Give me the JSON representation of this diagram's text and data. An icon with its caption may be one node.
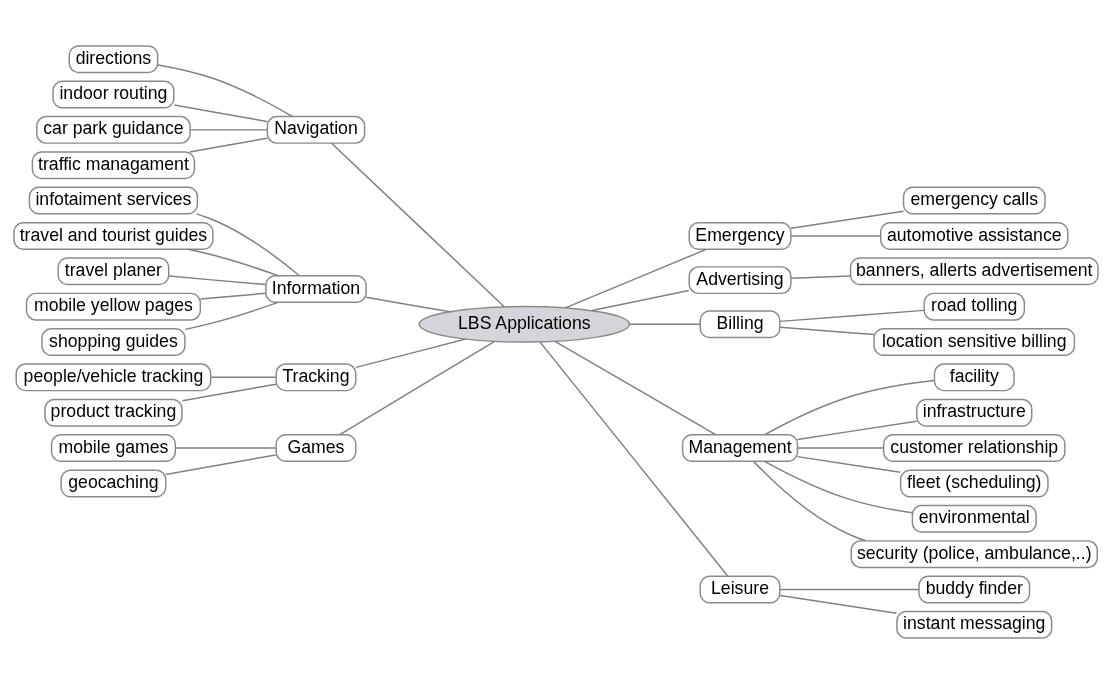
{
  "diagram": {
    "nodes": [
      {
        "text": [
          "LBS Applications"
        ]
      },
      {
        "text": [
          "Navigation"
        ]
      },
      {
        "text": [
          "directions"
        ]
      },
      {
        "text": [
          "indoor routing"
        ]
      },
      {
        "text": [
          "car park guidance"
        ]
      },
      {
        "text": [
          "traffic managament"
        ]
      },
      {
        "text": [
          "Information"
        ]
      },
      {
        "text": [
          "infotaiment services"
        ]
      },
      {
        "text": [
          "travel and tourist guides"
        ]
      },
      {
        "text": [
          "travel planer"
        ]
      },
      {
        "text": [
          "mobile yellow pages"
        ]
      },
      {
        "text": [
          "shopping guides"
        ]
      },
      {
        "text": [
          "Tracking"
        ]
      },
      {
        "text": [
          "people/vehicle tracking"
        ]
      },
      {
        "text": [
          "product tracking"
        ]
      },
      {
        "text": [
          "Games"
        ]
      },
      {
        "text": [
          "mobile games"
        ]
      },
      {
        "text": [
          "geocaching"
        ]
      },
      {
        "text": [
          "Emergency"
        ]
      },
      {
        "text": [
          "emergency calls"
        ]
      },
      {
        "text": [
          "automotive assistance"
        ]
      },
      {
        "text": [
          "Advertising"
        ]
      },
      {
        "text": [
          "banners, allerts advertisement"
        ]
      },
      {
        "text": [
          "Billing"
        ]
      },
      {
        "text": [
          "road tolling"
        ]
      },
      {
        "text": [
          "location sensitive billing"
        ]
      },
      {
        "text": [
          "Management"
        ]
      },
      {
        "text": [
          "facility"
        ]
      },
      {
        "text": [
          "infrastructure"
        ]
      },
      {
        "text": [
          "customer relationship"
        ]
      },
      {
        "text": [
          "fleet (scheduling)"
        ]
      },
      {
        "text": [
          "environmental"
        ]
      },
      {
        "text": [
          "security (police, ambulance,..)"
        ]
      },
      {
        "text": [
          "Leisure"
        ]
      },
      {
        "text": [
          "buddy finder"
        ]
      },
      {
        "text": [
          "instant messaging"
        ]
      }
    ],
    "edges": [
      {
        "from": 1,
        "to": 0,
        "arrow": "none"
      },
      {
        "from": 2,
        "to": 1,
        "arrow": "none"
      },
      {
        "from": 3,
        "to": 1,
        "arrow": "none"
      },
      {
        "from": 4,
        "to": 1,
        "arrow": "none"
      },
      {
        "from": 5,
        "to": 1,
        "arrow": "none"
      },
      {
        "from": 6,
        "to": 0,
        "arrow": "none"
      },
      {
        "from": 7,
        "to": 6,
        "arrow": "none"
      },
      {
        "from": 8,
        "to": 6,
        "arrow": "none"
      },
      {
        "from": 9,
        "to": 6,
        "arrow": "none"
      },
      {
        "from": 10,
        "to": 6,
        "arrow": "none"
      },
      {
        "from": 11,
        "to": 6,
        "arrow": "none"
      },
      {
        "from": 12,
        "to": 0,
        "arrow": "none"
      },
      {
        "from": 13,
        "to": 12,
        "arrow": "none"
      },
      {
        "from": 14,
        "to": 12,
        "arrow": "none"
      },
      {
        "from": 15,
        "to": 0,
        "arrow": "none"
      },
      {
        "from": 16,
        "to": 15,
        "arrow": "none"
      },
      {
        "from": 17,
        "to": 15,
        "arrow": "none"
      },
      {
        "from": 0,
        "to": 18,
        "arrow": "none"
      },
      {
        "from": 18,
        "to": 19,
        "arrow": "none"
      },
      {
        "from": 18,
        "to": 20,
        "arrow": "none"
      },
      {
        "from": 0,
        "to": 21,
        "arrow": "none"
      },
      {
        "from": 21,
        "to": 22,
        "arrow": "none"
      },
      {
        "from": 0,
        "to": 23,
        "arrow": "none"
      },
      {
        "from": 23,
        "to": 24,
        "arrow": "none"
      },
      {
        "from": 23,
        "to": 25,
        "arrow": "none"
      },
      {
        "from": 0,
        "to": 26,
        "arrow": "none"
      },
      {
        "from": 26,
        "to": 27,
        "arrow": "none"
      },
      {
        "from": 26,
        "to": 28,
        "arrow": "none"
      },
      {
        "from": 26,
        "to": 29,
        "arrow": "none"
      },
      {
        "from": 26,
        "to": 30,
        "arrow": "none"
      },
      {
        "from": 26,
        "to": 31,
        "arrow": "none"
      },
      {
        "from": 26,
        "to": 32,
        "arrow": "none"
      },
      {
        "from": 0,
        "to": 33,
        "arrow": "none"
      },
      {
        "from": 33,
        "to": 34,
        "arrow": "none"
      },
      {
        "from": 33,
        "to": 35,
        "arrow": "none"
      }
    ]
  }
}
